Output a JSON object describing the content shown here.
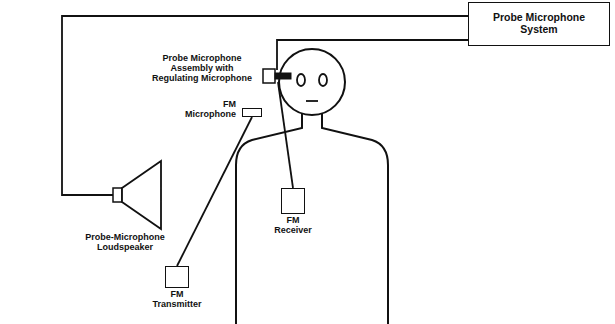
{
  "diagram": {
    "nodes": [
      {
        "text": [
          "Probe Microphone System"
        ]
      },
      {
        "text": [
          "Probe Microphone Assembly with Regulating Microphone"
        ]
      },
      {
        "text": [
          "FM Microphone"
        ]
      },
      {
        "text": [
          "Probe-Microphone Loudspeaker"
        ]
      },
      {
        "text": [
          "FM Receiver"
        ]
      },
      {
        "text": [
          "FM Transmitter"
        ]
      }
    ],
    "edges": [
      {
        "from": 0,
        "to": 1,
        "arrow": "none"
      },
      {
        "from": 0,
        "to": 3,
        "arrow": "none"
      },
      {
        "from": 2,
        "to": 5,
        "arrow": "none"
      },
      {
        "from": 1,
        "to": 4,
        "arrow": "none"
      }
    ]
  }
}
